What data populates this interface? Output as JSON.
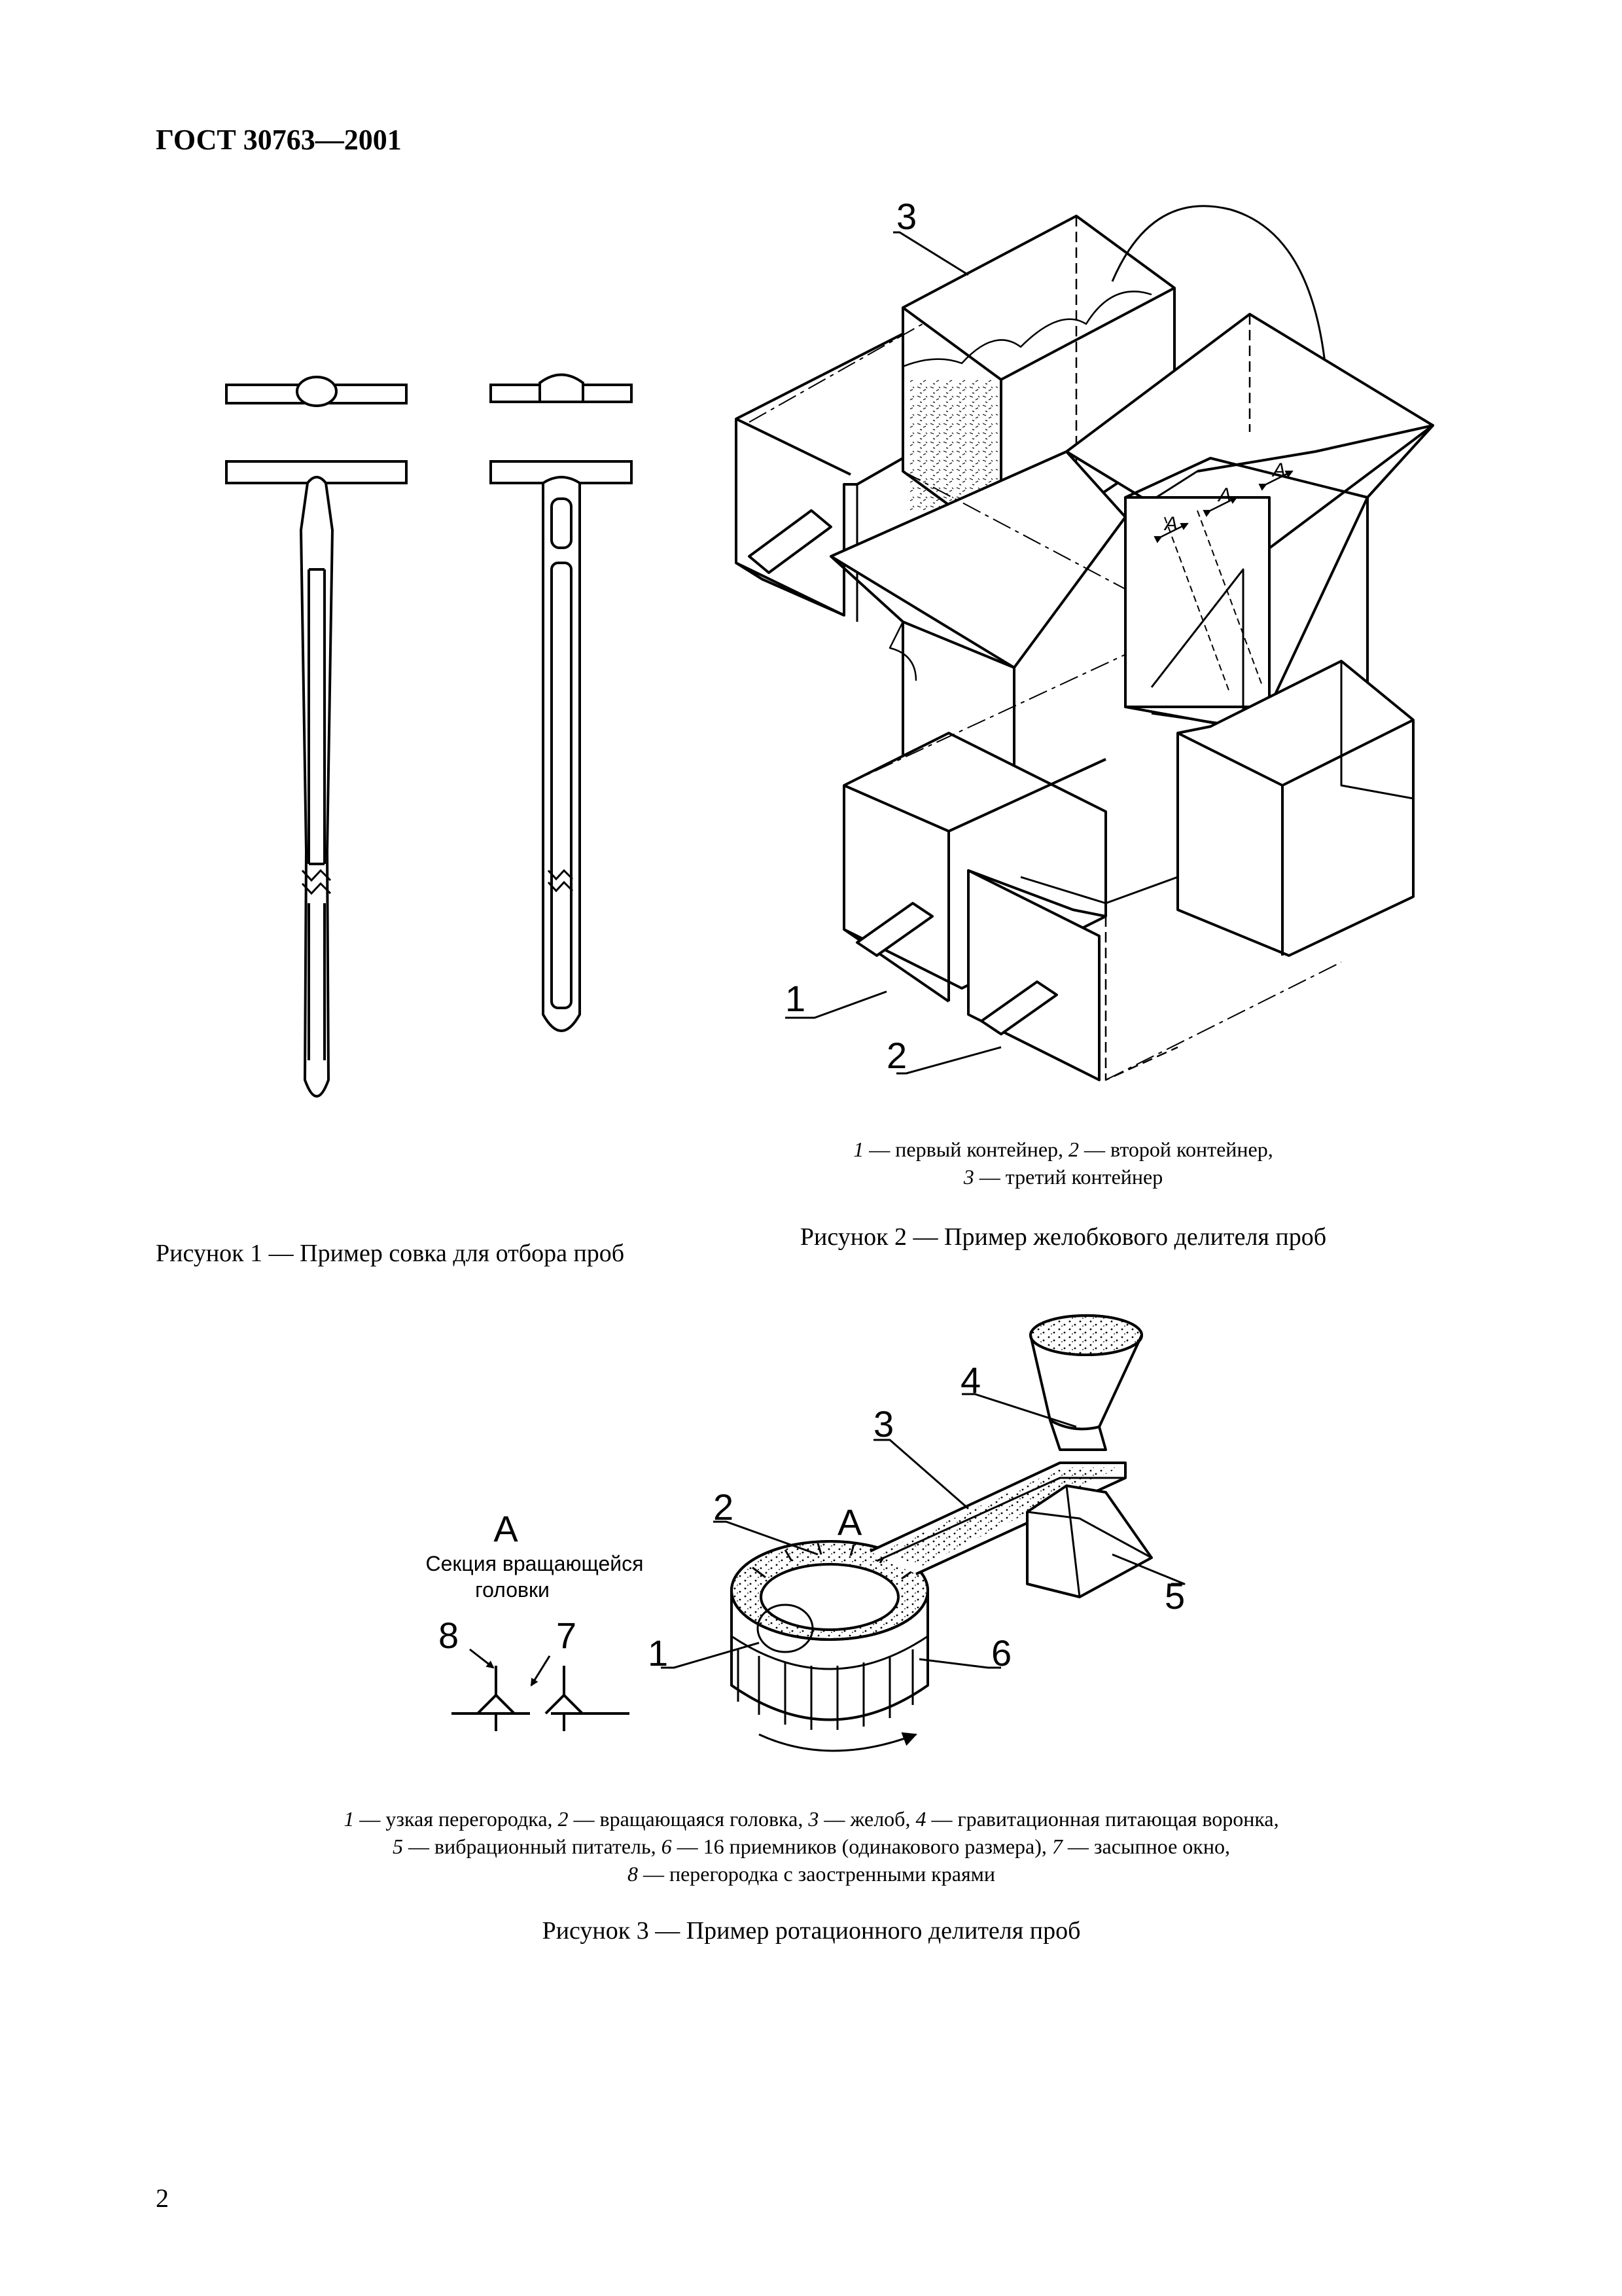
{
  "header": "ГОСТ 30763—2001",
  "fig1": {
    "caption": "Рисунок 1 — Пример совка для отбора проб"
  },
  "fig2": {
    "labels": {
      "l1": "1",
      "l2": "2",
      "l3": "3",
      "a": "A"
    },
    "legend": {
      "n1": "1",
      "t1": " — первый контейнер, ",
      "n2": "2",
      "t2": " — второй контейнер,",
      "n3": "3",
      "t3": " — третий контейнер"
    },
    "caption": "Рисунок 2 — Пример желобкового делителя проб"
  },
  "fig3": {
    "labels": {
      "l1": "1",
      "l2": "2",
      "l3": "3",
      "l4": "4",
      "l5": "5",
      "l6": "6",
      "l7": "7",
      "l8": "8",
      "a": "A",
      "section_title": "А",
      "section_line1": "Секция вращающейся",
      "section_line2": "головки"
    },
    "legend": {
      "n1": "1",
      "t1": " — узкая перегородка, ",
      "n2": "2",
      "t2": " — вращающаяся головка, ",
      "n3": "3",
      "t3": " — желоб, ",
      "n4": "4",
      "t4": " — гравитационная питающая воронка,",
      "n5": "5",
      "t5": " — вибрационный питатель, ",
      "n6": "6",
      "t6": " — 16 приемников (одинакового размера), ",
      "n7": "7",
      "t7": " — засыпное окно,",
      "n8": "8",
      "t8": " — перегородка с заостренными краями"
    },
    "caption": "Рисунок 3 — Пример ротационного делителя проб"
  },
  "page_number": "2"
}
